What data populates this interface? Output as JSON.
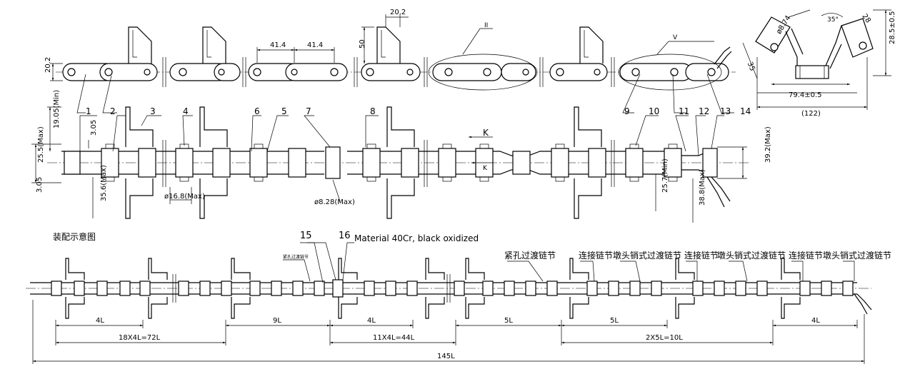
{
  "top_view": {
    "dimensions": {
      "height_left": "20.2",
      "pitch_a": "41.4",
      "pitch_b": "41.4",
      "flight_top": "20.2",
      "flight_height": "50",
      "detail_ii": "II",
      "detail_v": "V"
    }
  },
  "front_view": {
    "dimensions": {
      "d_19_05": "19.05(Min)",
      "d_3_05_top": "3.05",
      "d_25_5": "25.5(Max)",
      "d_3_05_bottom": "3.05",
      "d_35_6": "35.6(Max)",
      "d_16_8": "ø16.8(Max)",
      "d_8_28": "ø8.28(Max)",
      "d_25_7": "25.7(Min)",
      "d_38_8": "38.8(Max)",
      "d_39_2": "39.2(Max)",
      "view_k": "K",
      "view_k_small": "K"
    },
    "balloons": [
      "1",
      "2",
      "3",
      "4",
      "6",
      "5",
      "7",
      "8",
      "9",
      "10",
      "11",
      "12",
      "13",
      "14"
    ]
  },
  "side_view": {
    "dimensions": {
      "dia": "ø8.74",
      "angle": "35°",
      "w28": "28",
      "h28_5": "28.5±0.5",
      "len35": "35",
      "width_79": "79.4±0.5",
      "width_122": "(122)"
    }
  },
  "assembly": {
    "title": "装配示意图",
    "callout_15": "15",
    "callout_16": "16",
    "material_note": "Material 40Cr, black oxidized",
    "small_label": "紧孔过渡链节",
    "labels": [
      "紧孔过渡链节",
      "连接链节",
      "墩头销式过渡链节",
      "连接链节",
      "墩头销式过渡链节",
      "连接链节",
      "墩头销式过渡链节"
    ],
    "dimensions": {
      "s4L_a": "4L",
      "s9L": "9L",
      "s4L_b": "4L",
      "s5L_a": "5L",
      "s5L_b": "5L",
      "s4L_c": "4L",
      "s72": "18X4L=72L",
      "s44": "11X4L=44L",
      "s10": "2X5L=10L",
      "s145": "145L"
    }
  }
}
